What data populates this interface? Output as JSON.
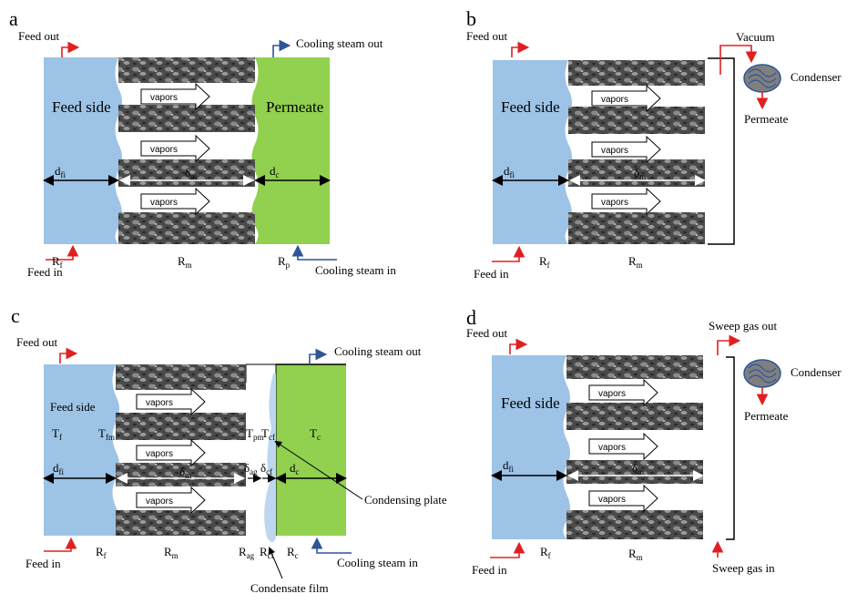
{
  "panels": {
    "a": {
      "letter": "a",
      "feed_out": "Feed out",
      "cooling_out": "Cooling steam out",
      "feed_side": "Feed side",
      "permeate": "Permeate",
      "vapors": "vapors",
      "d_feed": "d",
      "d_feed_sub": "fi",
      "delta_m": "δ",
      "delta_m_sub": "m",
      "d_cool": "d",
      "d_cool_sub": "c",
      "r_f": "R",
      "r_f_sub": "f",
      "r_m": "R",
      "r_m_sub": "m",
      "r_p": "R",
      "r_p_sub": "p",
      "feed_in": "Feed in",
      "cooling_in": "Cooling steam in"
    },
    "b": {
      "letter": "b",
      "feed_out": "Feed out",
      "vacuum": "Vacuum",
      "condenser": "Condenser",
      "permeate": "Permeate",
      "feed_side": "Feed side",
      "vapors": "vapors",
      "d_feed": "d",
      "d_feed_sub": "fi",
      "delta_m": "δ",
      "delta_m_sub": "m",
      "r_f": "R",
      "r_f_sub": "f",
      "r_m": "R",
      "r_m_sub": "m",
      "feed_in": "Feed in"
    },
    "c": {
      "letter": "c",
      "feed_out": "Feed out",
      "cooling_out": "Cooling steam out",
      "feed_side": "Feed side",
      "vapors": "vapors",
      "t_f": "T",
      "t_f_sub": "f",
      "t_fm": "T",
      "t_fm_sub": "fm",
      "t_pm": "T",
      "t_pm_sub": "pm",
      "t_cf": "T",
      "t_cf_sub": "cf",
      "t_c": "T",
      "t_c_sub": "c",
      "d_feed": "d",
      "d_feed_sub": "fi",
      "delta_m": "δ",
      "delta_m_sub": "m",
      "delta_ag": "δ",
      "delta_ag_sub": "ag",
      "delta_cf": "δ",
      "delta_cf_sub": "cf",
      "d_cool": "d",
      "d_cool_sub": "c",
      "condensing_plate": "Condensing plate",
      "r_f": "R",
      "r_f_sub": "f",
      "r_m": "R",
      "r_m_sub": "m",
      "r_ag": "R",
      "r_ag_sub": "ag",
      "r_cf": "R",
      "r_cf_sub": "cf",
      "r_c": "R",
      "r_c_sub": "c",
      "feed_in": "Feed in",
      "cooling_in": "Cooling steam in",
      "condensate_film": "Condensate film"
    },
    "d": {
      "letter": "d",
      "feed_out": "Feed out",
      "sweep_out": "Sweep gas out",
      "condenser": "Condenser",
      "permeate": "Permeate",
      "feed_side": "Feed side",
      "vapors": "vapors",
      "d_feed": "d",
      "d_feed_sub": "fi",
      "delta_m": "δ",
      "delta_m_sub": "m",
      "r_f": "R",
      "r_f_sub": "f",
      "r_m": "R",
      "r_m_sub": "m",
      "feed_in": "Feed in",
      "sweep_in": "Sweep gas in"
    }
  },
  "colors": {
    "feed": "#9dc3e6",
    "coolant": "#92d050",
    "arrow_red": "#e02020",
    "arrow_blue": "#2f5597",
    "membrane": "#5a5a5a",
    "condensate": "#bdd7ee"
  }
}
